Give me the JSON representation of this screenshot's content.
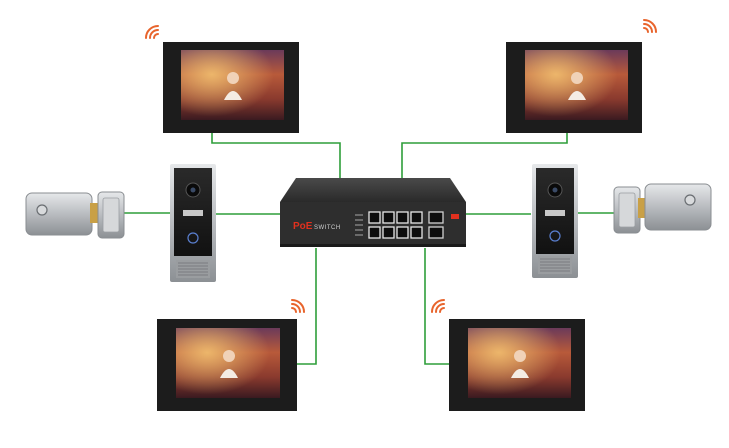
{
  "diagram": {
    "switch": {
      "brand_label": "PoE",
      "model_label": "SWITCH",
      "port_count": 8,
      "uplink_count": 2
    },
    "monitors": [
      {
        "name": "monitor-top-left",
        "wifi": true
      },
      {
        "name": "monitor-top-right",
        "wifi": true
      },
      {
        "name": "monitor-bottom-left",
        "wifi": true
      },
      {
        "name": "monitor-bottom-right",
        "wifi": true
      }
    ],
    "door_stations": [
      {
        "name": "door-station-left"
      },
      {
        "name": "door-station-right"
      }
    ],
    "locks": [
      {
        "name": "electric-lock-left"
      },
      {
        "name": "electric-lock-right"
      }
    ],
    "colors": {
      "cable": "#2e9e3a",
      "wifi": "#e8642c",
      "device_body": "#1c1c1c",
      "switch_body": "#2e2e2e",
      "metal": "#b9bcc0"
    }
  }
}
